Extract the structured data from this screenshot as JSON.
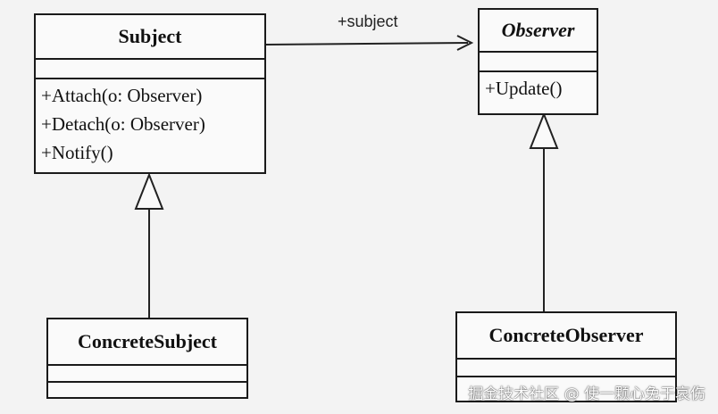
{
  "classes": {
    "subject": {
      "name": "Subject",
      "operations": [
        "+Attach(o: Observer)",
        "+Detach(o: Observer)",
        "+Notify()"
      ]
    },
    "observer": {
      "name": "Observer",
      "operations": [
        "+Update()"
      ]
    },
    "concrete_subject": {
      "name": "ConcreteSubject"
    },
    "concrete_observer": {
      "name": "ConcreteObserver"
    }
  },
  "association": {
    "label": "+subject"
  },
  "watermark": "掘金技术社区 @ 使一颗心免于哀伤"
}
